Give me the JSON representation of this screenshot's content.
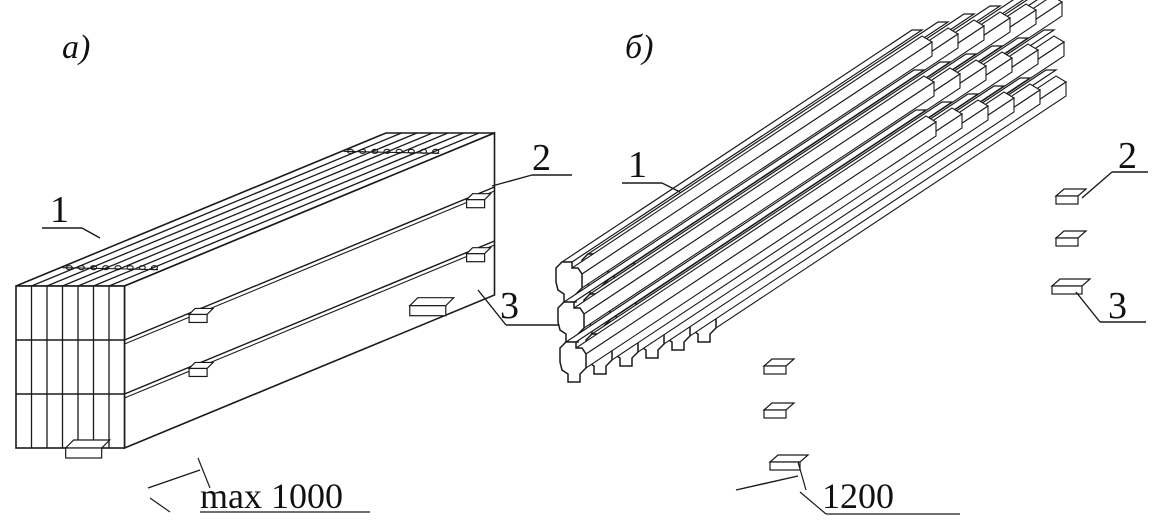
{
  "figure_a": {
    "label": "а)",
    "callouts": {
      "c1": "1",
      "c2": "2",
      "c3": "3"
    },
    "dimension": "max 1000"
  },
  "figure_b": {
    "label": "б)",
    "callouts": {
      "c1": "1",
      "c2": "2",
      "c3": "3"
    },
    "dimension": "1200"
  }
}
